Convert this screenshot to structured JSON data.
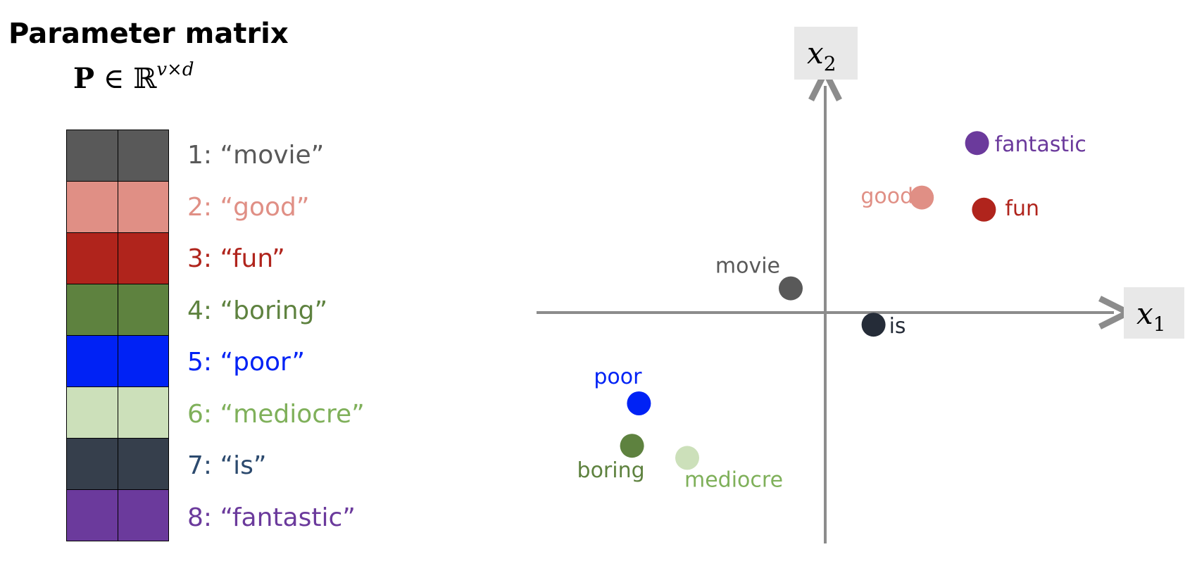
{
  "title": "Parameter matrix",
  "matrix_label": {
    "symbol": "P",
    "relation": " ∈ ℝ",
    "superscript": "v×d"
  },
  "vocab": [
    {
      "label": "1: “movie”",
      "color": "#595959",
      "text_color": "#595959"
    },
    {
      "label": "2: “good”",
      "color": "#E08F85",
      "text_color": "#E08F85"
    },
    {
      "label": "3: “fun”",
      "color": "#B0241C",
      "text_color": "#B0241C"
    },
    {
      "label": "4: “boring”",
      "color": "#5E823F",
      "text_color": "#5E823F"
    },
    {
      "label": "5: “poor”",
      "color": "#0022F5",
      "text_color": "#0022F5"
    },
    {
      "label": "6: “mediocre”",
      "color": "#CCE0BA",
      "text_color": "#7FB05A"
    },
    {
      "label": "7: “is”",
      "color": "#363F4C",
      "text_color": "#2C4A6E"
    },
    {
      "label": "8: “fantastic”",
      "color": "#6B3A9C",
      "text_color": "#6B3A9C"
    }
  ],
  "axes": {
    "x_label": "x",
    "x_subscript": "1",
    "y_label": "x",
    "y_subscript": "2",
    "color": "#8C8C8C",
    "label_bg": "#E8E8E8"
  },
  "points": [
    {
      "word": "fantastic",
      "x": 2.2,
      "y": 2.8,
      "color": "#6B3A9C"
    },
    {
      "word": "good",
      "x": 1.4,
      "y": 1.9,
      "color": "#E08F85"
    },
    {
      "word": "fun",
      "x": 2.3,
      "y": 1.7,
      "color": "#B0241C"
    },
    {
      "word": "movie",
      "x": -0.5,
      "y": 0.4,
      "color": "#595959"
    },
    {
      "word": "is",
      "x": 0.7,
      "y": -0.2,
      "color": "#252C38"
    },
    {
      "word": "poor",
      "x": -2.7,
      "y": -1.5,
      "color": "#0022F5"
    },
    {
      "word": "boring",
      "x": -2.8,
      "y": -2.2,
      "color": "#5E823F"
    },
    {
      "word": "mediocre",
      "x": -2.0,
      "y": -2.4,
      "color": "#CCE0BA"
    }
  ],
  "point_label_colors": {
    "mediocre": "#7FB05A"
  }
}
